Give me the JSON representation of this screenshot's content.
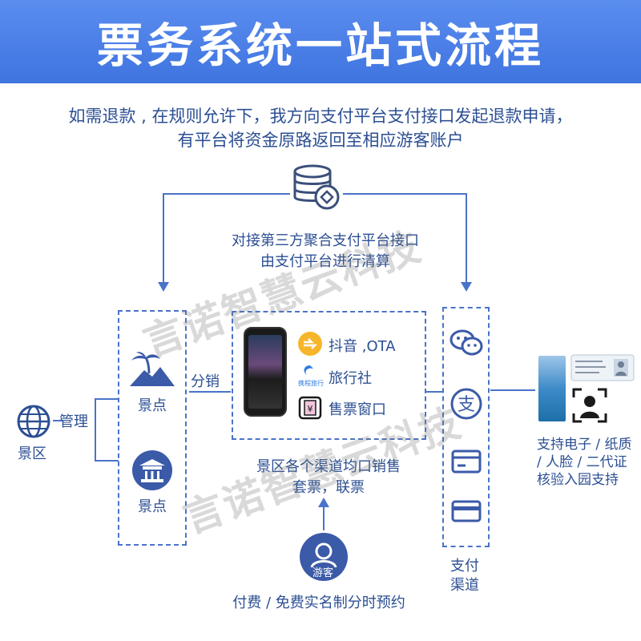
{
  "header": {
    "title": "票务系统一站式流程"
  },
  "intro": {
    "line1": "如需退款 , 在规则允许下，我方向支付平台支付接口发起退款申请，",
    "line2": "有平台将资金原路返回至相应游客账户"
  },
  "top_center": {
    "line1": "对接第三方聚合支付平台接口",
    "line2": "由支付平台进行清算"
  },
  "left": {
    "scenic_area": "景区",
    "manage": "管理",
    "spot1": "景点",
    "spot2": "景点",
    "distribute": "分销"
  },
  "channels": {
    "douyin": "抖音 ,OTA",
    "travel_agency": "旅行社",
    "ticket_window": "售票窗口",
    "caption1": "景区各个渠道均口销售",
    "caption2": "套票，联票",
    "travel_logo_text": "携程旅行"
  },
  "tourist": {
    "label": "游客",
    "caption": "付费 / 免费实名制分时预约"
  },
  "payment": {
    "label1": "支付",
    "label2": "渠道",
    "alipay_char": "支"
  },
  "verify": {
    "line1": "支持电子 / 纸质",
    "line2": "/ 人脸 / 二代证",
    "line3": "核验入园支持"
  },
  "watermarks": [
    "言诺智慧云科技",
    "言诺智慧云科技"
  ],
  "colors": {
    "primary": "#4a73c9",
    "text": "#2c4f93",
    "header": "#4a7ee6"
  }
}
